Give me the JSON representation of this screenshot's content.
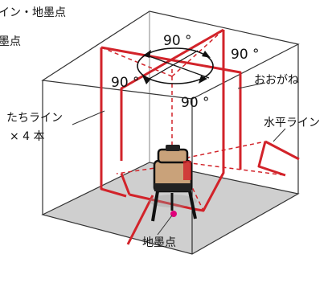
{
  "labels": {
    "top_left_line1": "イン・地墨点",
    "top_left_line2": "墨点",
    "angle_top": "90 °",
    "angle_right": "90 °",
    "angle_left": "90 °",
    "angle_bottom": "90 °",
    "ogane": "おおがね",
    "tachi_line": "たちライン",
    "tachi_count": "× 4 本",
    "horizontal_line": "水平ライン",
    "floor_point": "地墨点"
  },
  "colors": {
    "laser": "#d2232a",
    "outline": "#333333",
    "floor": "#cfcfcf",
    "device_body": "#c9a27a",
    "plumb_point": "#e0007a"
  }
}
